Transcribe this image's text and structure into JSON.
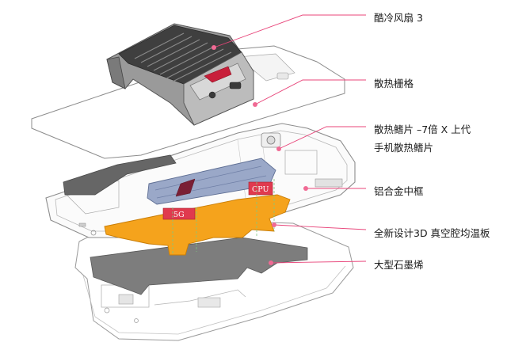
{
  "callouts": {
    "fan": "酷冷风扇 3",
    "grille": "散热栅格",
    "fins_line1": "散热鳍片 –7倍 X 上代",
    "fins_line2": "手机散热鳍片",
    "frame": "铝合金中框",
    "vapor_chamber": "全新设计3D 真空腔均温板",
    "graphite": "大型石墨烯"
  },
  "chips": {
    "cpu": "CPU",
    "modem": "5G"
  },
  "colors": {
    "callout_line": "#e8457a",
    "callout_dot": "#f06a94",
    "vapor_chamber": "#f5a31c",
    "graphite": "#7d7d7d",
    "chip": "#e03a4e",
    "fins": "#9aa8c8",
    "fan_body": "#8a8a8a"
  }
}
